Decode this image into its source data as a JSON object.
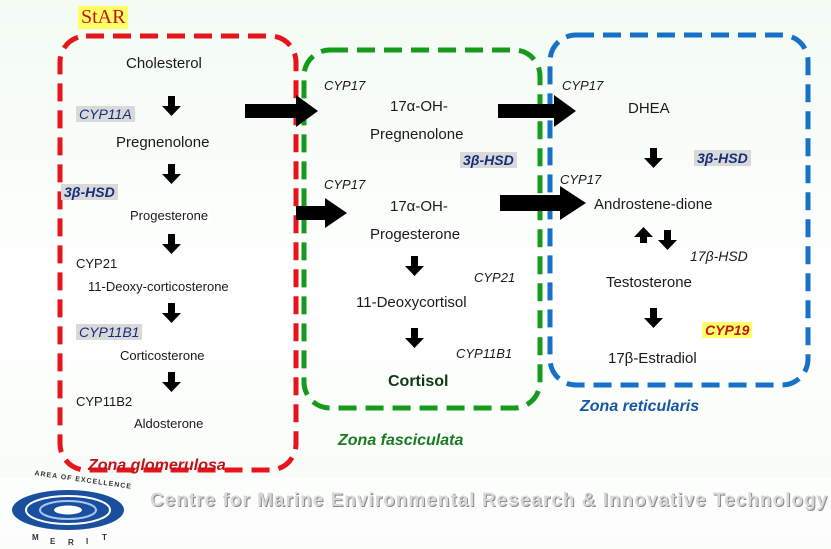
{
  "title": "StAR",
  "zones": {
    "glomerulosa": {
      "label": "Zona glomerulosa",
      "molecules": [
        "Cholesterol",
        "Pregnenolone",
        "Progesterone",
        "11-Deoxy-corticosterone",
        "Corticosterone",
        "Aldosterone"
      ],
      "enzymes": [
        "CYP11A",
        "3β-HSD",
        "CYP21",
        "CYP11B1",
        "CYP11B2"
      ]
    },
    "fasciculata": {
      "label": "Zona fasciculata",
      "molecules": [
        "17α-OH-",
        "Pregnenolone",
        "17α-OH-",
        "Progesterone",
        "11-Deoxycortisol",
        "Cortisol"
      ],
      "enzymes": [
        "CYP17",
        "3β-HSD",
        "CYP17",
        "CYP21",
        "CYP11B1"
      ]
    },
    "reticularis": {
      "label": "Zona reticularis",
      "molecules": [
        "DHEA",
        "Androstene-dione",
        "Testosterone",
        "17β-Estradiol"
      ],
      "enzymes": [
        "CYP17",
        "3β-HSD",
        "CYP17",
        "17β-HSD",
        "CYP19"
      ]
    }
  },
  "colors": {
    "glomerulosa_border": "#e8141b",
    "fasciculata_border": "#169a1c",
    "reticularis_border": "#1672c8",
    "arrow": "#000000",
    "star_highlight": "#ffff66"
  },
  "footer": {
    "logo_arc_top": "AREA OF EXCELLENCE",
    "logo_letters": [
      "M",
      "E",
      "R",
      "I",
      "T"
    ],
    "institute": "Centre for Marine Environmental Research & Innovative Technology"
  }
}
